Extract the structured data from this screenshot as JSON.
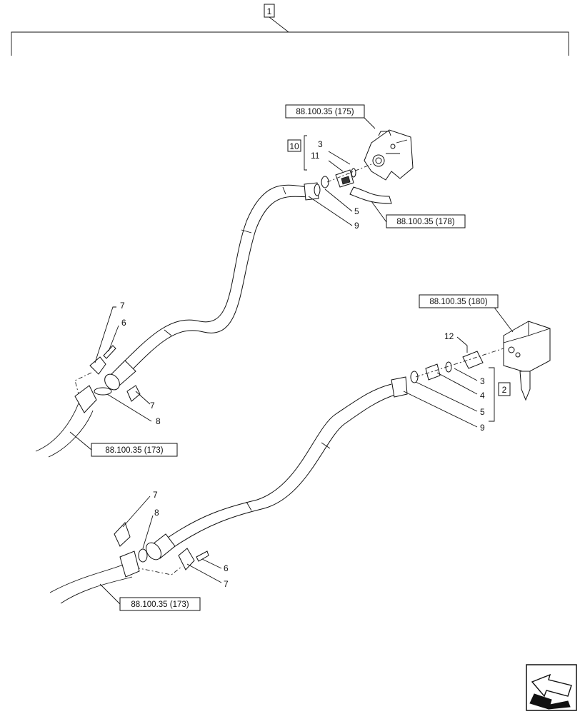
{
  "top_group": "1",
  "references": {
    "valve_top": "88.100.35 (175)",
    "pipe_top": "88.100.35 (178)",
    "valve_right": "88.100.35 (180)",
    "tube_upper": "88.100.35 (173)",
    "tube_lower": "88.100.35 (173)"
  },
  "groups": {
    "upper_kit": "10",
    "lower_kit": "2"
  },
  "callouts": {
    "upper_3": "3",
    "upper_11": "11",
    "upper_5": "5",
    "upper_9": "9",
    "upper_7a": "7",
    "upper_6": "6",
    "upper_7b": "7",
    "upper_8": "8",
    "lower_12": "12",
    "lower_3": "3",
    "lower_4": "4",
    "lower_5": "5",
    "lower_9": "9",
    "lower_7a": "7",
    "lower_8": "8",
    "lower_6": "6",
    "lower_7b": "7"
  },
  "nav_icon": "arrow-nav-icon"
}
